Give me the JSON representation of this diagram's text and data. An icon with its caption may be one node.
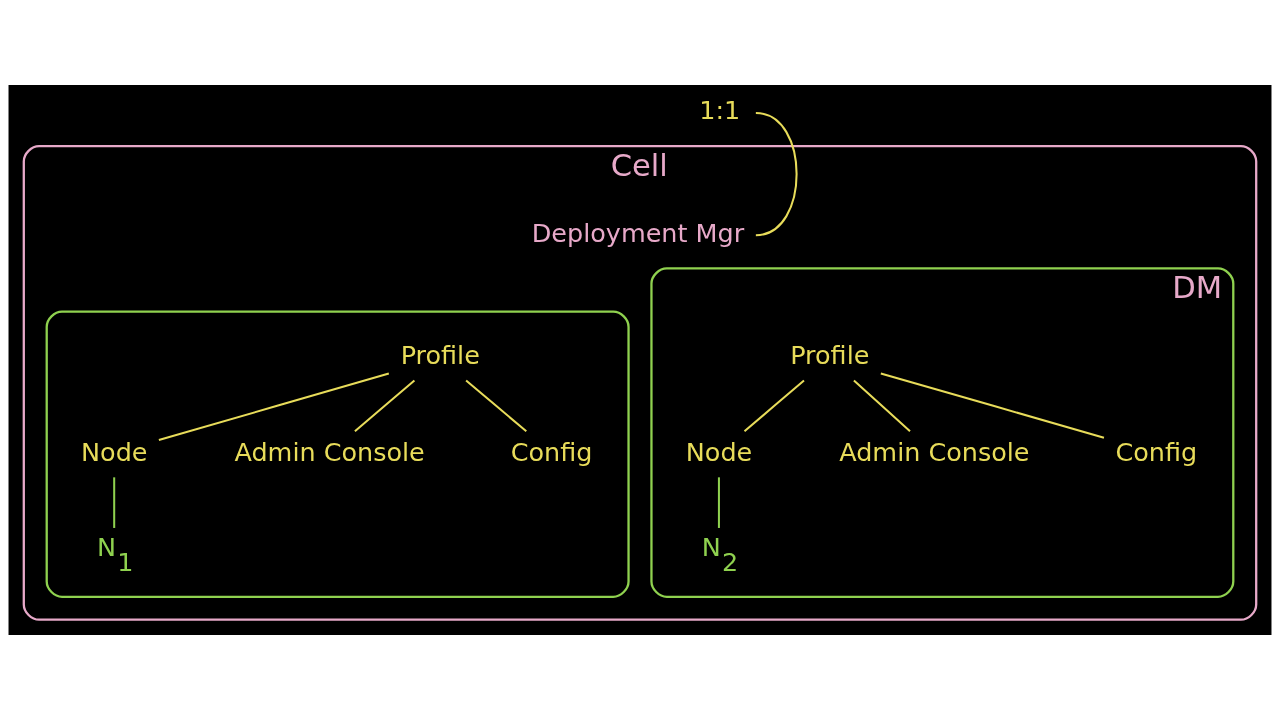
{
  "diagram": {
    "nodes": [
      {
        "text": [
          "Cell"
        ]
      },
      {
        "text": [
          "1:1"
        ]
      },
      {
        "text": [
          "Deployment Mgr"
        ],
        "in": 0
      },
      {
        "text": [],
        "shape": "box",
        "in": 0
      },
      {
        "text": [
          "Profile"
        ],
        "in": 3
      },
      {
        "text": [
          "Node"
        ],
        "in": 3
      },
      {
        "text": [
          "Admin Console"
        ],
        "in": 3
      },
      {
        "text": [
          "Config"
        ],
        "in": 3
      },
      {
        "text": [
          "N$_{1}$"
        ],
        "in": 3
      },
      {
        "text": [
          "DM"
        ],
        "in": 0
      },
      {
        "text": [
          "Profile"
        ],
        "in": 9
      },
      {
        "text": [
          "Node"
        ],
        "in": 9
      },
      {
        "text": [
          "Admin Console"
        ],
        "in": 9
      },
      {
        "text": [
          "Config"
        ],
        "in": 9
      },
      {
        "text": [
          "N$_{2}$"
        ],
        "in": 9
      }
    ],
    "edges": [
      {
        "from": 1,
        "to": 2,
        "arrow": "none"
      },
      {
        "from": 4,
        "to": 5,
        "arrow": "none"
      },
      {
        "from": 4,
        "to": 6,
        "arrow": "none"
      },
      {
        "from": 4,
        "to": 7,
        "arrow": "none"
      },
      {
        "from": 5,
        "to": 8,
        "arrow": "none",
        "color": "#8fd14f"
      },
      {
        "from": 10,
        "to": 11,
        "arrow": "none"
      },
      {
        "from": 10,
        "to": 12,
        "arrow": "none"
      },
      {
        "from": 10,
        "to": 13,
        "arrow": "none"
      },
      {
        "from": 11,
        "to": 14,
        "arrow": "none",
        "color": "#8fd14f"
      }
    ]
  }
}
